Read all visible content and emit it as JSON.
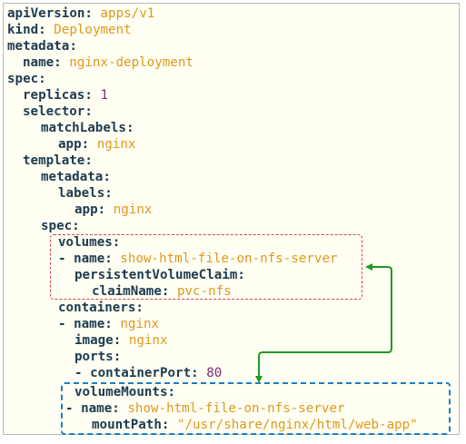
{
  "lines": [
    {
      "k": "apiVersion",
      "v": "apps/v1"
    },
    {
      "k": "kind",
      "v": "Deployment"
    },
    {
      "k": "metadata",
      "v": ""
    },
    {
      "k": "name",
      "v": "nginx-deployment"
    },
    {
      "k": "spec",
      "v": ""
    },
    {
      "k": "replicas",
      "v": "1"
    },
    {
      "k": "selector",
      "v": ""
    },
    {
      "k": "matchLabels",
      "v": ""
    },
    {
      "k": "app",
      "v": "nginx"
    },
    {
      "k": "template",
      "v": ""
    },
    {
      "k": "metadata",
      "v": ""
    },
    {
      "k": "labels",
      "v": ""
    },
    {
      "k": "app",
      "v": "nginx"
    },
    {
      "k": "spec",
      "v": ""
    },
    {
      "k": "volumes",
      "v": ""
    },
    {
      "k": "name",
      "v": "show-html-file-on-nfs-server"
    },
    {
      "k": "persistentVolumeClaim",
      "v": ""
    },
    {
      "k": "claimName",
      "v": "pvc-nfs"
    },
    {
      "k": "containers",
      "v": ""
    },
    {
      "k": "name",
      "v": "nginx"
    },
    {
      "k": "image",
      "v": "nginx"
    },
    {
      "k": "ports",
      "v": ""
    },
    {
      "k": "containerPort",
      "v": "80"
    },
    {
      "k": "volumeMounts",
      "v": ""
    },
    {
      "k": "name",
      "v": "show-html-file-on-nfs-server"
    },
    {
      "k": "mountPath",
      "v": "\"/usr/share/nginx/html/web-app\""
    }
  ],
  "colors": {
    "key": "#1d3a4f",
    "value": "#e0981c",
    "number": "#7b2e76",
    "background": "#fffff3",
    "red_box": "#e0404d",
    "blue_box": "#1f7dc3",
    "arrow": "#1f9a1f"
  }
}
